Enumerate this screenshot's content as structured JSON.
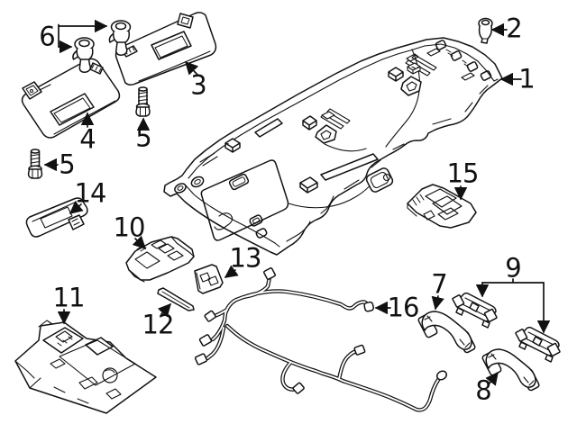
{
  "colors": {
    "line": "#121212",
    "background": "#ffffff",
    "label": "#111111"
  },
  "callouts": {
    "c1": {
      "label": "1"
    },
    "c2": {
      "label": "2"
    },
    "c3": {
      "label": "3"
    },
    "c4": {
      "label": "4"
    },
    "c5a": {
      "label": "5"
    },
    "c5b": {
      "label": "5"
    },
    "c6": {
      "label": "6"
    },
    "c7": {
      "label": "7"
    },
    "c8": {
      "label": "8"
    },
    "c9": {
      "label": "9"
    },
    "c10": {
      "label": "10"
    },
    "c11": {
      "label": "11"
    },
    "c12": {
      "label": "12"
    },
    "c13": {
      "label": "13"
    },
    "c14": {
      "label": "14"
    },
    "c15": {
      "label": "15"
    },
    "c16": {
      "label": "16"
    }
  }
}
